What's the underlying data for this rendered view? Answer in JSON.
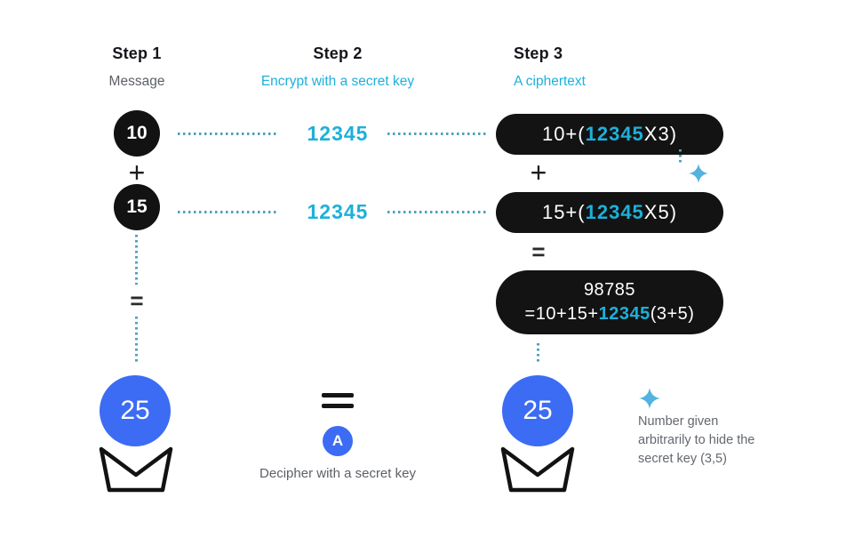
{
  "colors": {
    "cyan": "#1EB0DA",
    "blue": "#3C6CF4",
    "dots": "#4EA0BF",
    "sparkle": "#52B2E0",
    "pill_black": "#131313"
  },
  "step1": {
    "title": "Step 1",
    "subtitle": "Message",
    "top_value": "10",
    "plus": "+",
    "bottom_value": "15",
    "equals": "=",
    "result": "25"
  },
  "step2": {
    "title": "Step 2",
    "subtitle": "Encrypt with a secret key",
    "key_row1": "12345",
    "key_row2": "12345",
    "decipher_badge": "A",
    "decipher_caption": "Decipher with a secret key"
  },
  "step3": {
    "title": "Step 3",
    "subtitle": "A ciphertext",
    "pill1": {
      "prefix": "10+(",
      "key": "12345",
      "suffix": "X3)"
    },
    "plus": "+",
    "pill2": {
      "prefix": "15+(",
      "key": "12345",
      "suffix": "X5)"
    },
    "equals": "=",
    "result_pill": {
      "line1": "98785",
      "line2_prefix": "=10+15+",
      "line2_key": "12345",
      "line2_suffix": "(3+5)"
    },
    "result": "25",
    "note": "Number given arbitrarily to hide the secret key (3,5)"
  }
}
